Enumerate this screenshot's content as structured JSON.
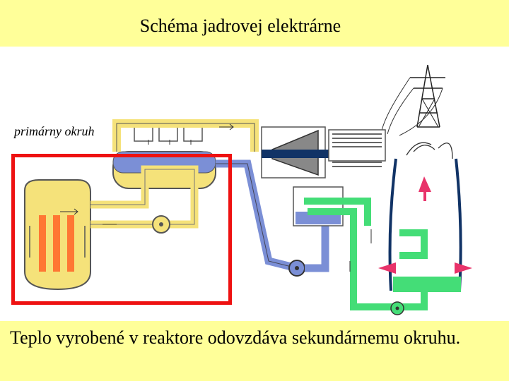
{
  "slide": {
    "title": "Schéma jadrovej elektrárne",
    "diagram_label": "primárny okruh",
    "caption": "Teplo vyrobené v reaktore odovzdáva sekundárnemu okruhu."
  },
  "icons": {
    "reactor": "reactor-vessel-icon",
    "steam_generator": "steam-generator-icon",
    "turbine": "turbine-icon",
    "generator": "generator-icon",
    "condenser": "condenser-icon",
    "cooling_tower": "cooling-tower-icon",
    "power_line": "transmission-tower-icon"
  },
  "colors": {
    "slide_bar": "#ffff99",
    "primary_circuit": "#f5e27a",
    "secondary_circuit": "#7b8fd6",
    "cooling_circuit": "#44dd77",
    "highlight": "#ee1111",
    "fuel_rods": "#ff7733"
  }
}
